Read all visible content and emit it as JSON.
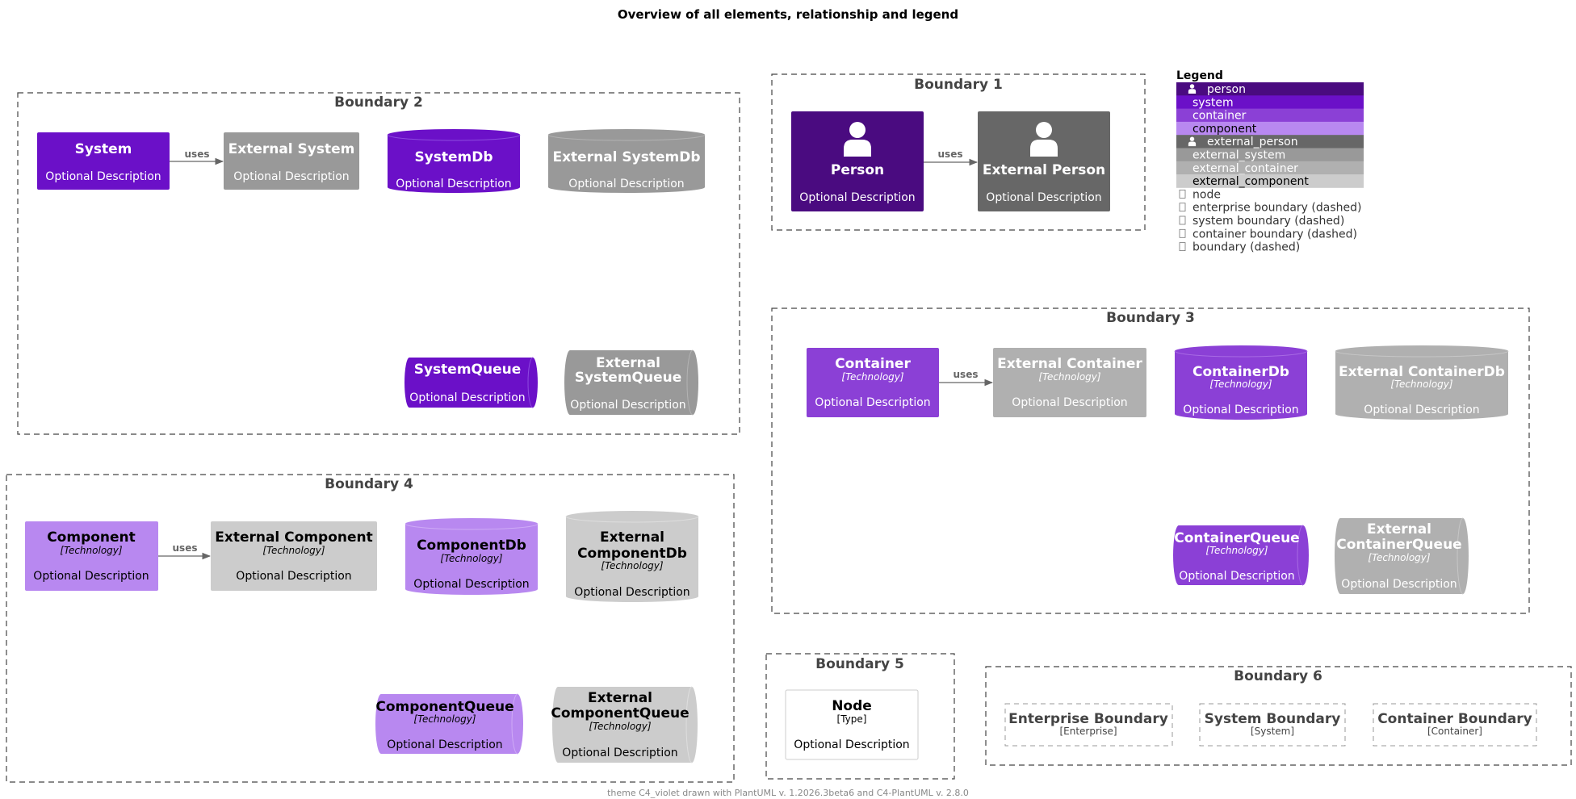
{
  "title": "Overview of all elements, relationship and legend",
  "footer": "theme C4_violet drawn with PlantUML v. 1.2026.3beta6 and C4-PlantUML v. 2.8.0",
  "colors": {
    "person": "#4A0B80",
    "system": "#6B10C8",
    "container": "#8B40D6",
    "component": "#B888F0",
    "external_person": "#676767",
    "external_system": "#999999",
    "external_container": "#B0B0B0",
    "external_component": "#CCCCCC",
    "boundary_stroke": "#444444",
    "arrow": "#666666"
  },
  "relationship_label": "uses",
  "boundaries": {
    "b1": "Boundary 1",
    "b2": "Boundary 2",
    "b3": "Boundary 3",
    "b4": "Boundary 4",
    "b5": "Boundary 5",
    "b6": "Boundary 6"
  },
  "elements": {
    "person": {
      "name": "Person",
      "desc": "Optional Description",
      "icon": "person-icon"
    },
    "external_person": {
      "name": "External Person",
      "desc": "Optional Description",
      "icon": "person-icon"
    },
    "system": {
      "name": "System",
      "desc": "Optional Description"
    },
    "external_system": {
      "name": "External System",
      "desc": "Optional Description"
    },
    "system_db": {
      "name": "SystemDb",
      "desc": "Optional Description"
    },
    "external_system_db": {
      "name": "External SystemDb",
      "desc": "Optional Description"
    },
    "system_queue": {
      "name": "SystemQueue",
      "desc": "Optional Description"
    },
    "external_system_queue": {
      "name_line1": "External",
      "name_line2": "SystemQueue",
      "desc": "Optional Description"
    },
    "container": {
      "name": "Container",
      "tech": "[Technology]",
      "desc": "Optional Description"
    },
    "external_container": {
      "name": "External Container",
      "tech": "[Technology]",
      "desc": "Optional Description"
    },
    "container_db": {
      "name": "ContainerDb",
      "tech": "[Technology]",
      "desc": "Optional Description"
    },
    "external_container_db": {
      "name": "External ContainerDb",
      "tech": "[Technology]",
      "desc": "Optional Description"
    },
    "container_queue": {
      "name": "ContainerQueue",
      "tech": "[Technology]",
      "desc": "Optional Description"
    },
    "external_container_queue": {
      "name_line1": "External",
      "name_line2": "ContainerQueue",
      "tech": "[Technology]",
      "desc": "Optional Description"
    },
    "component": {
      "name": "Component",
      "tech": "[Technology]",
      "desc": "Optional Description"
    },
    "external_component": {
      "name": "External Component",
      "tech": "[Technology]",
      "desc": "Optional Description"
    },
    "component_db": {
      "name": "ComponentDb",
      "tech": "[Technology]",
      "desc": "Optional Description"
    },
    "external_component_db": {
      "name_line1": "External",
      "name_line2": "ComponentDb",
      "tech": "[Technology]",
      "desc": "Optional Description"
    },
    "component_queue": {
      "name": "ComponentQueue",
      "tech": "[Technology]",
      "desc": "Optional Description"
    },
    "external_component_queue": {
      "name_line1": "External",
      "name_line2": "ComponentQueue",
      "tech": "[Technology]",
      "desc": "Optional Description"
    },
    "node": {
      "name": "Node",
      "type": "[Type]",
      "desc": "Optional Description"
    }
  },
  "nested_boundaries": {
    "enterprise": {
      "name": "Enterprise Boundary",
      "type": "[Enterprise]"
    },
    "system": {
      "name": "System Boundary",
      "type": "[System]"
    },
    "container": {
      "name": "Container Boundary",
      "type": "[Container]"
    }
  },
  "legend": {
    "title": "Legend",
    "items": [
      {
        "label": "person",
        "bg": "#4A0B80",
        "fg": "#FFFFFF",
        "icon": "person-icon"
      },
      {
        "label": "system",
        "bg": "#6B10C8",
        "fg": "#FFFFFF",
        "icon": ""
      },
      {
        "label": "container",
        "bg": "#8B40D6",
        "fg": "#FFFFFF",
        "icon": ""
      },
      {
        "label": "component",
        "bg": "#B888F0",
        "fg": "#000000",
        "icon": ""
      },
      {
        "label": "external_person",
        "bg": "#676767",
        "fg": "#FFFFFF",
        "icon": "person-icon"
      },
      {
        "label": "external_system",
        "bg": "#999999",
        "fg": "#FFFFFF",
        "icon": ""
      },
      {
        "label": "external_container",
        "bg": "#B0B0B0",
        "fg": "#FFFFFF",
        "icon": ""
      },
      {
        "label": "external_component",
        "bg": "#CCCCCC",
        "fg": "#000000",
        "icon": ""
      }
    ],
    "line_items": [
      {
        "label": "node",
        "icon": "box-icon"
      },
      {
        "label": "enterprise boundary (dashed)",
        "icon": "box-icon"
      },
      {
        "label": "system boundary (dashed)",
        "icon": "box-icon"
      },
      {
        "label": "container boundary (dashed)",
        "icon": "box-icon"
      },
      {
        "label": "boundary (dashed)",
        "icon": "box-icon"
      }
    ]
  }
}
